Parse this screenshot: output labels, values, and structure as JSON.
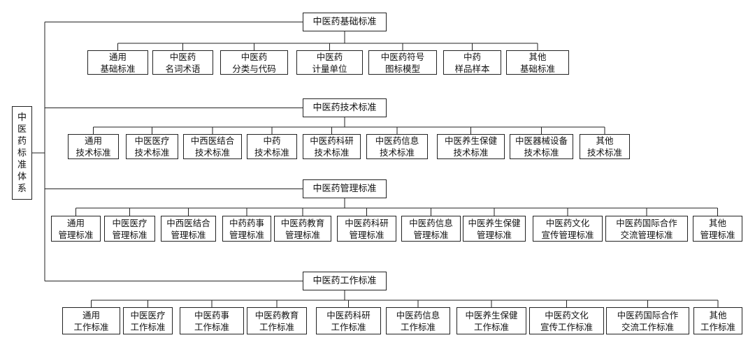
{
  "root": {
    "label": "中\n医\n药\n标\n准\n体\n系"
  },
  "categories": [
    {
      "title": "中医药基础标准",
      "items": [
        "通用\n基础标准",
        "中医药\n名词术语",
        "中医药\n分类与代码",
        "中医药\n计量单位",
        "中医药符号\n图标模型",
        "中药\n样品样本",
        "其他\n基础标准"
      ]
    },
    {
      "title": "中医药技术标准",
      "items": [
        "通用\n技术标准",
        "中医医疗\n技术标准",
        "中西医结合\n技术标准",
        "中药\n技术标准",
        "中医药科研\n技术标准",
        "中医药信息\n技术标准",
        "中医养生保健\n技术标准",
        "中医器械设备\n技术标准",
        "其他\n技术标准"
      ]
    },
    {
      "title": "中医药管理标准",
      "items": [
        "通用\n管理标准",
        "中医医疗\n管理标准",
        "中西医结合\n管理标准",
        "中药药事\n管理标准",
        "中医药教育\n管理标准",
        "中医药科研\n管理标准",
        "中医药信息\n管理标准",
        "中医养生保健\n管理标准",
        "中医药文化\n宣传管理标准",
        "中医药国际合作\n交流管理标准",
        "其他\n管理标准"
      ]
    },
    {
      "title": "中医药工作标准",
      "items": [
        "通用\n工作标准",
        "中医医疗\n工作标准",
        "中医药事\n工作标准",
        "中医药教育\n工作标准",
        "中医药科研\n工作标准",
        "中医药信息\n工作标准",
        "中医养生保健\n工作标准",
        "中医药文化\n宣传工作标准",
        "中医药国际合作\n交流工作标准",
        "其他\n工作标准"
      ]
    }
  ]
}
